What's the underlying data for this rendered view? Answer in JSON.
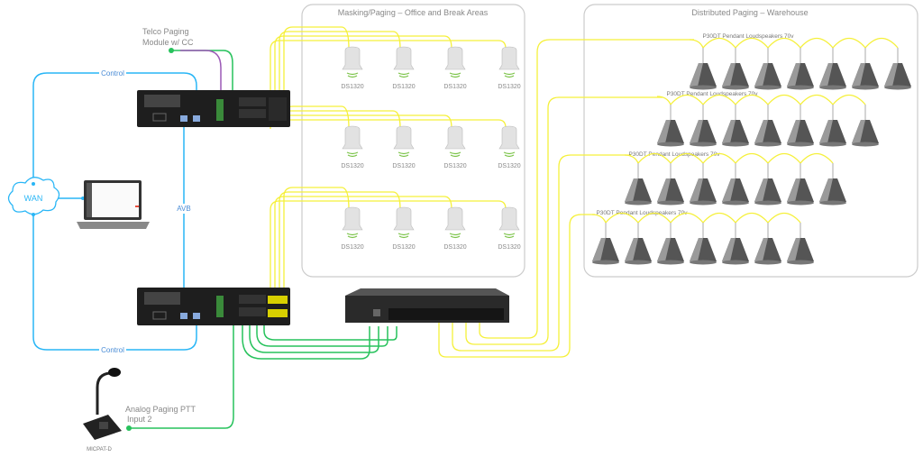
{
  "zones": {
    "office": {
      "title": "Masking/Paging – Office and Break Areas",
      "speaker_label": "DS1320",
      "rows": 3,
      "per_row": 4
    },
    "warehouse": {
      "title": "Distributed Paging – Warehouse",
      "rows": [
        {
          "label": "P30DT Pendant Loudspeakers 70v",
          "count": 7
        },
        {
          "label": "P30DT Pendant Loudspeakers 70v",
          "count": 7
        },
        {
          "label": "P30DT Pendant Loudspeakers 70v",
          "count": 7
        },
        {
          "label": "P30DT Pendant Loudspeakers 70v",
          "count": 7
        }
      ]
    }
  },
  "labels": {
    "telco_line1": "Telco Paging",
    "telco_line2": "Module w/ CC",
    "control_top": "Control",
    "control_bottom": "Control",
    "avb": "AVB",
    "wan": "WAN",
    "analog_line1": "Analog Paging PTT",
    "analog_line2": "Input 2",
    "mic": "MICPAT-D"
  },
  "colors": {
    "control": "#29b6f6",
    "audio_in": "#27c25c",
    "speaker": "#f5f03a",
    "telco": "#9b59b6"
  }
}
